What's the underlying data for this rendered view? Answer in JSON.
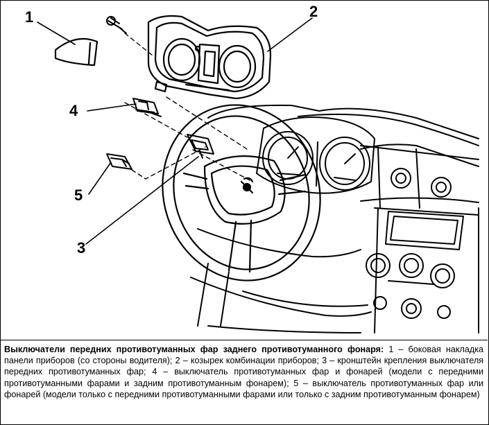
{
  "callouts": {
    "c1": "1",
    "c2": "2",
    "c3": "3",
    "c4": "4",
    "c5": "5"
  },
  "caption": {
    "title": "Выключатели передних противотуманных фар заднего противотуманного фонаря:",
    "body": " 1 – боковая накладка панели приборов (со стороны водителя); 2 – козырек комбинации приборов; 3 – кронштейн крепления выключателя передних противотуманных фар; 4 – выключатель противотуманных фар и фонарей (модели с передними противотуманными фарами и задним противотуманным фонарем); 5 – выключатель противотуманных фар или фонарей (модели только с передними противотуманными фарами или только с задним противотуманным фонарем)"
  },
  "colors": {
    "ink": "#000000",
    "paper": "#ffffff"
  }
}
